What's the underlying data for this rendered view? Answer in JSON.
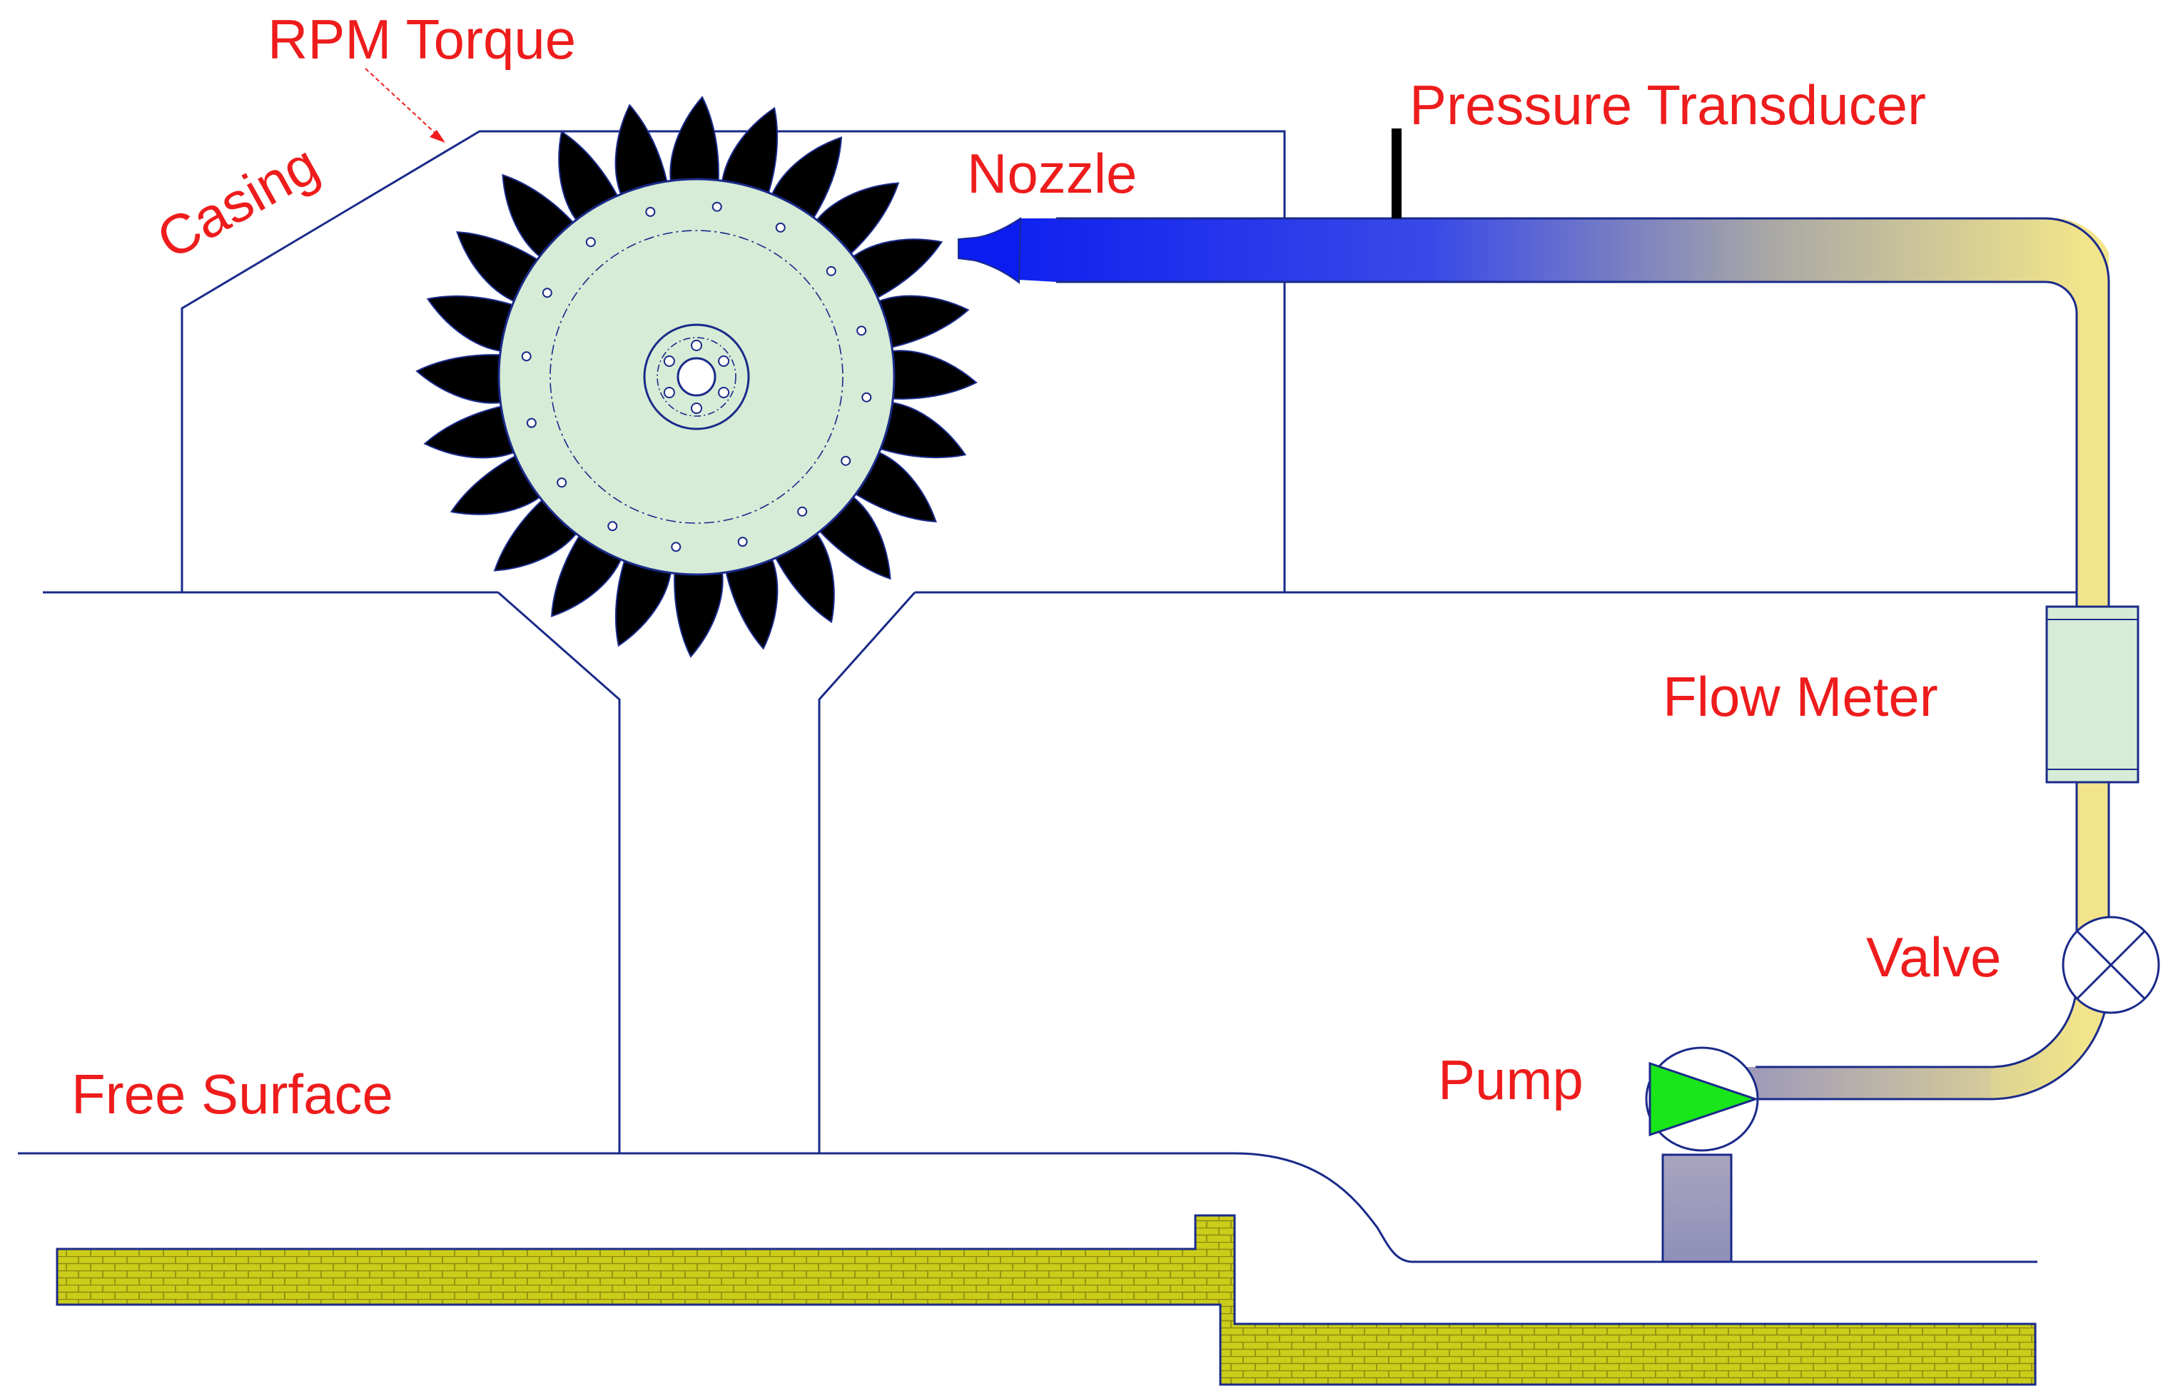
{
  "labels": {
    "rpm_torque": "RPM Torque",
    "casing": "Casing",
    "nozzle": "Nozzle",
    "pressure_transducer": "Pressure Transducer",
    "flow_meter": "Flow Meter",
    "valve": "Valve",
    "pump": "Pump",
    "free_surface": "Free Surface"
  },
  "colors": {
    "outline": "#1a2a8a",
    "label_red": "#ee1c1c",
    "jet_blue": "#0a1cf0",
    "pipe_yellow": "#f2e48a",
    "runner_disk": "#d6ecd6",
    "bucket": "#000000",
    "pump_triangle": "#19e619",
    "ground_fill": "#cccc1a"
  },
  "components": {
    "runner_bucket_count": 24,
    "runner_bolt_count": 16,
    "hub_bolt_count": 6
  }
}
